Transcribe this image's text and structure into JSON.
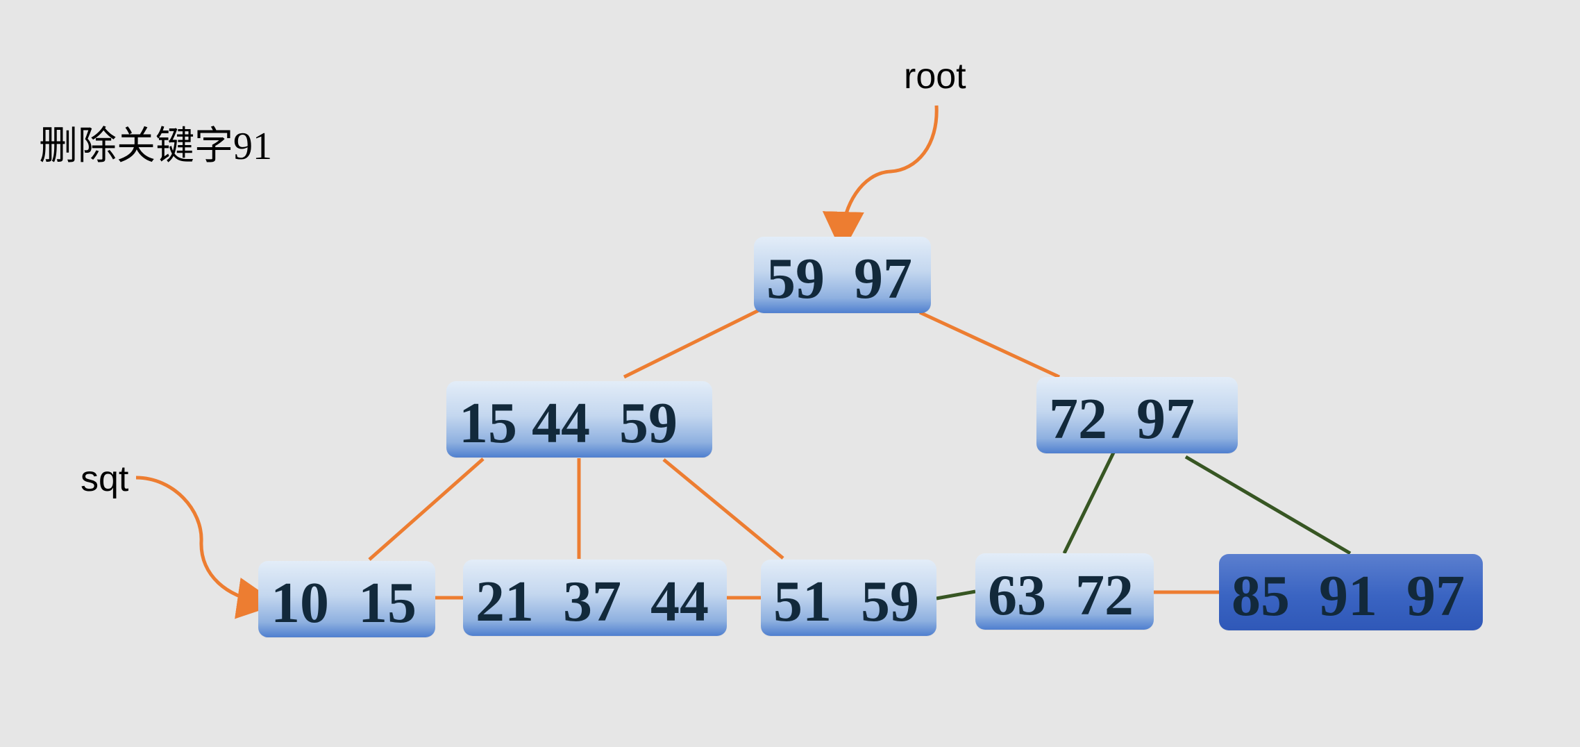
{
  "title": "删除关键字91",
  "pointers": {
    "root": "root",
    "sqt": "sqt"
  },
  "nodes": {
    "root": "59  97",
    "left": "15 44  59",
    "right": "72  97",
    "leaf1": "10  15",
    "leaf2": "21  37  44",
    "leaf3": "51  59",
    "leaf4": "63  72",
    "leaf5": "85  91  97"
  },
  "colors": {
    "background": "#e6e6e6",
    "edge_orange": "#ed7d31",
    "edge_green": "#375623",
    "node_text": "#12293b",
    "highlight_node": "#3a64c2"
  }
}
